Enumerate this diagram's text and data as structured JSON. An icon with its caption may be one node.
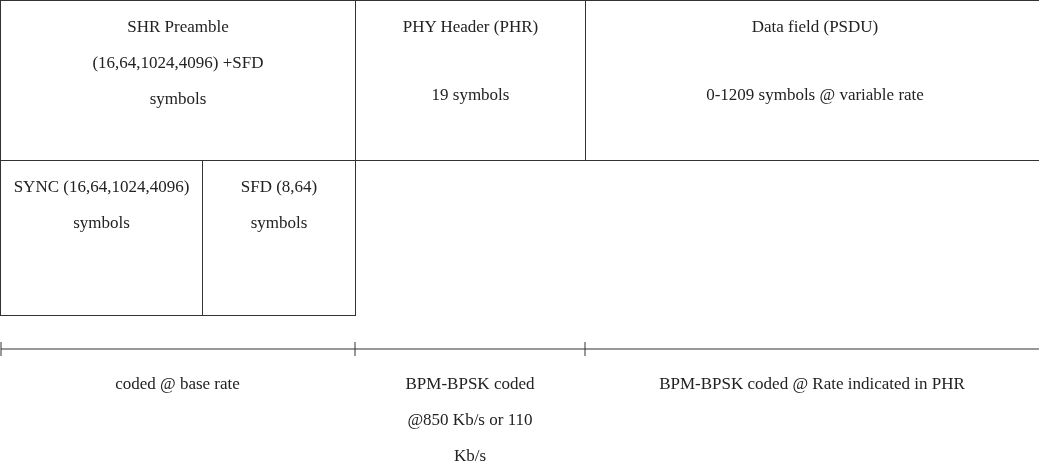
{
  "diagram": {
    "nodes": [
      {
        "text": [
          "SHR Preamble (16,64,1024,4096) +SFD symbols"
        ]
      },
      {
        "text": [
          "PHY Header (PHR)",
          "19 symbols"
        ]
      },
      {
        "text": [
          "Data field (PSDU)",
          "0-1209 symbols @ variable rate"
        ]
      },
      {
        "text": [
          "SYNC (16,64,1024,4096) symbols"
        ]
      },
      {
        "text": [
          "SFD (8,64) symbols"
        ]
      }
    ],
    "edges": [],
    "labels": [
      "coded @ base rate",
      "BPM-BPSK coded @850 Kb/s or 110 Kb/s",
      "BPM-BPSK coded @ Rate indicated in PHR"
    ]
  }
}
